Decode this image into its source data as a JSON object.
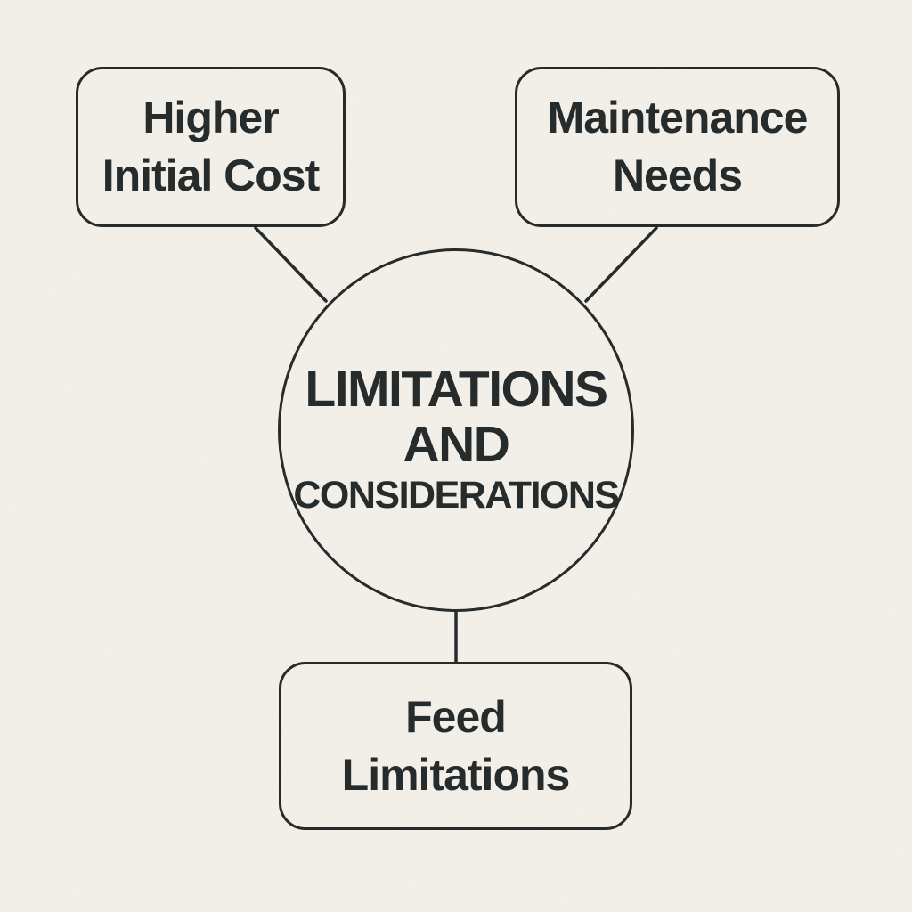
{
  "diagram": {
    "title_node": {
      "lines": [
        "LIMITATIONS",
        "AND",
        "CONSIDERATIONS"
      ]
    },
    "nodes": [
      {
        "id": "higher-initial-cost",
        "lines": [
          "Higher",
          "Initial Cost"
        ]
      },
      {
        "id": "maintenance-needs",
        "lines": [
          "Maintenance",
          "Needs"
        ]
      },
      {
        "id": "feed-limitations",
        "lines": [
          "Feed",
          "Limitations"
        ]
      }
    ],
    "colors": {
      "background": "#f3f0ea",
      "ink": "#232829"
    }
  }
}
